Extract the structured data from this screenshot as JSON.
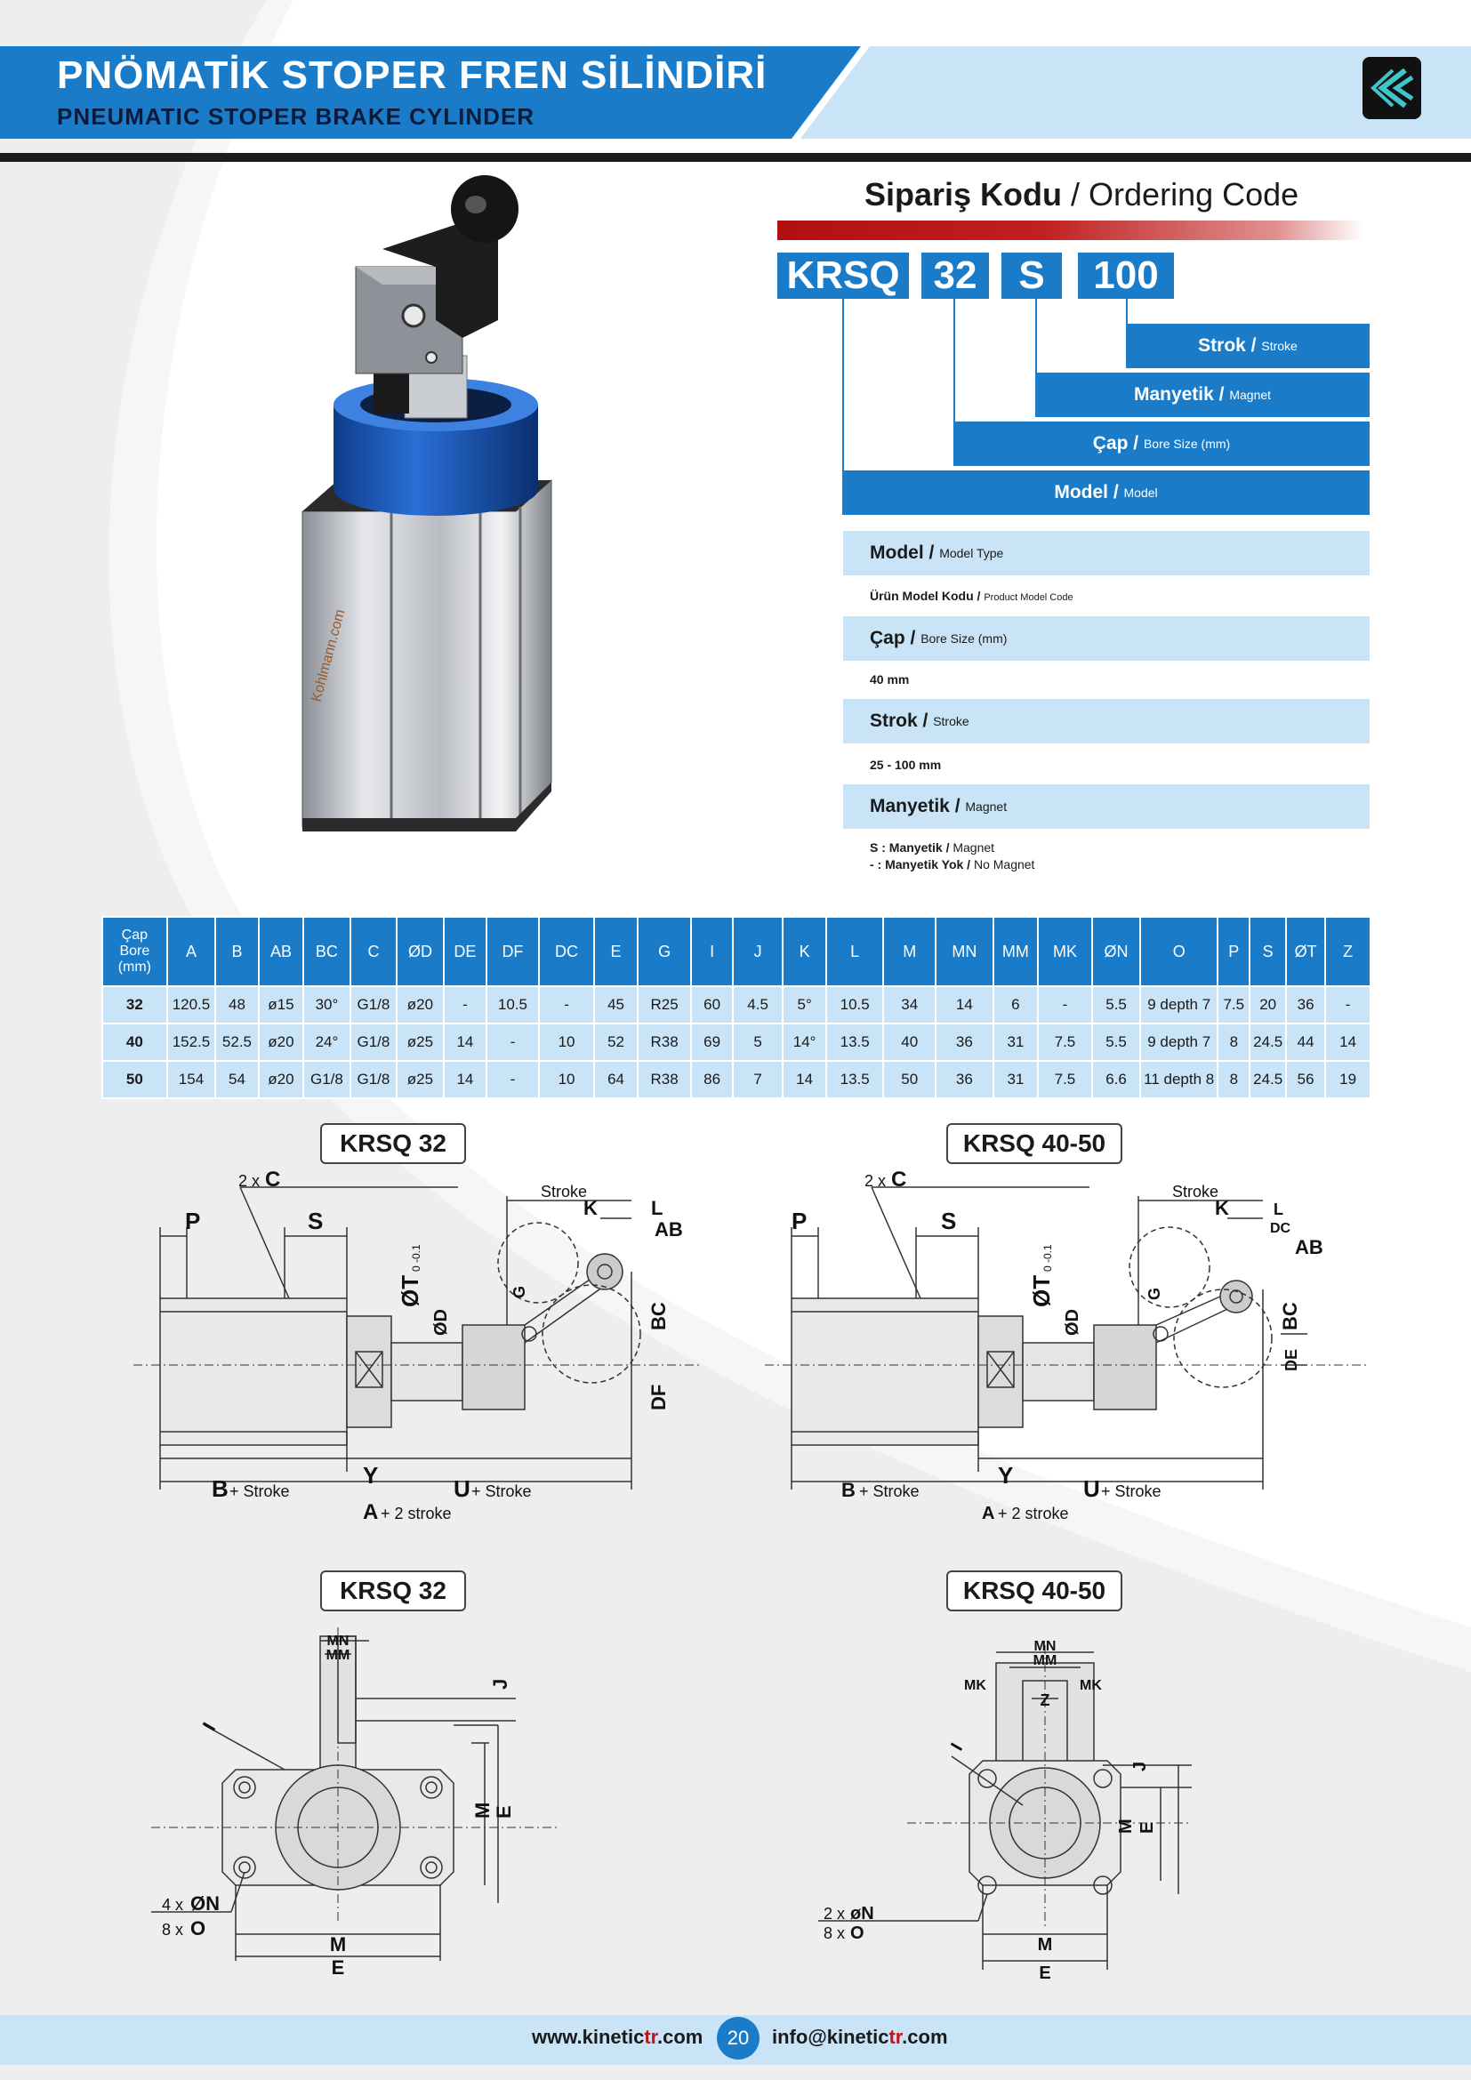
{
  "header": {
    "title_tr": "PNÖMATİK STOPER FREN SİLİNDİRİ",
    "title_en": "PNEUMATIC STOPER BRAKE CYLINDER"
  },
  "product": {
    "engraving": "Kohlmann.com"
  },
  "ordering": {
    "title_tr": "Sipariş Kodu",
    "title_sep": " / ",
    "title_en": "Ordering Code",
    "codes": [
      "KRSQ",
      "32",
      "S",
      "100"
    ],
    "bands": [
      {
        "tr": "Strok / ",
        "en": "Stroke"
      },
      {
        "tr": "Manyetik / ",
        "en": "Magnet"
      },
      {
        "tr": "Çap / ",
        "en": "Bore Size (mm)"
      },
      {
        "tr": "Model / ",
        "en": "Model"
      }
    ],
    "details": [
      {
        "tr": "Model / ",
        "en": "Model Type",
        "value_tr": "Ürün Model Kodu / ",
        "value_en": "Product Model Code"
      },
      {
        "tr": "Çap / ",
        "en": "Bore Size (mm)",
        "value_tr": "40  mm",
        "value_en": ""
      },
      {
        "tr": "Strok / ",
        "en": "Stroke",
        "value_tr": "25 - 100 mm",
        "value_en": ""
      },
      {
        "tr": "Manyetik / ",
        "en": "Magnet",
        "value_tr": "S : Manyetik / ",
        "value_en": "Magnet",
        "value2_tr": "-  : Manyetik Yok / ",
        "value2_en": "No Magnet"
      }
    ]
  },
  "table": {
    "bore_header": [
      "Çap",
      "Bore",
      "(mm)"
    ],
    "headers": [
      "A",
      "B",
      "AB",
      "BC",
      "C",
      "ØD",
      "DE",
      "DF",
      "DC",
      "E",
      "G",
      "I",
      "J",
      "K",
      "L",
      "M",
      "MN",
      "MM",
      "MK",
      "ØN",
      "O",
      "P",
      "S",
      "ØT",
      "Z"
    ],
    "rows": [
      {
        "bore": "32",
        "cells": [
          "120.5",
          "48",
          "ø15",
          "30°",
          "G1/8",
          "ø20",
          "-",
          "10.5",
          "-",
          "45",
          "R25",
          "60",
          "4.5",
          "5°",
          "10.5",
          "34",
          "14",
          "6",
          "-",
          "5.5",
          "9 depth 7",
          "7.5",
          "20",
          "36",
          "-"
        ]
      },
      {
        "bore": "40",
        "cells": [
          "152.5",
          "52.5",
          "ø20",
          "24°",
          "G1/8",
          "ø25",
          "14",
          "-",
          "10",
          "52",
          "R38",
          "69",
          "5",
          "14°",
          "13.5",
          "40",
          "36",
          "31",
          "7.5",
          "5.5",
          "9 depth 7",
          "8",
          "24.5",
          "44",
          "14"
        ]
      },
      {
        "bore": "50",
        "cells": [
          "154",
          "54",
          "ø20",
          "G1/8",
          "G1/8",
          "ø25",
          "14",
          "-",
          "10",
          "64",
          "R38",
          "86",
          "7",
          "14",
          "13.5",
          "50",
          "36",
          "31",
          "7.5",
          "6.6",
          "11 depth 8",
          "8",
          "24.5",
          "56",
          "19"
        ]
      }
    ]
  },
  "drawings": {
    "labels": [
      "KRSQ 32",
      "KRSQ 40-50",
      "KRSQ 32",
      "KRSQ 40-50"
    ],
    "side": {
      "two_c": "2 x",
      "c": "C",
      "p": "P",
      "s": "S",
      "stroke": "Stroke",
      "k": "K",
      "l": "L",
      "ab": "AB",
      "dc": "DC",
      "ot": "ØT",
      "tol": "0 -0.1",
      "od": "ØD",
      "g": "G",
      "bc": "BC",
      "df": "DF",
      "de": "DE",
      "y": "Y",
      "b": "B",
      "plus_stroke": "+ Stroke",
      "u": "U",
      "a": "A",
      "plus_2stroke": "+ 2 stroke"
    },
    "front": {
      "mn": "MN",
      "mm": "MM",
      "mk": "MK",
      "z": "Z",
      "j": "J",
      "i": "I",
      "m": "M",
      "e": "E",
      "n32_count": "4 x",
      "n32": "ØN",
      "o_count": "8 x",
      "o": "O",
      "n40_count": "2 x",
      "n40": "øN"
    }
  },
  "footer": {
    "web_prefix": "www.kinetic",
    "web_red": "tr",
    "web_suffix": ".com",
    "page": "20",
    "mail_prefix": "info@kinetic",
    "mail_red": "tr",
    "mail_suffix": ".com"
  },
  "colors": {
    "blue": "#1a7cc9",
    "light_blue": "#c9e3f7",
    "red": "#c0141a",
    "dark": "#0d1b3a"
  }
}
